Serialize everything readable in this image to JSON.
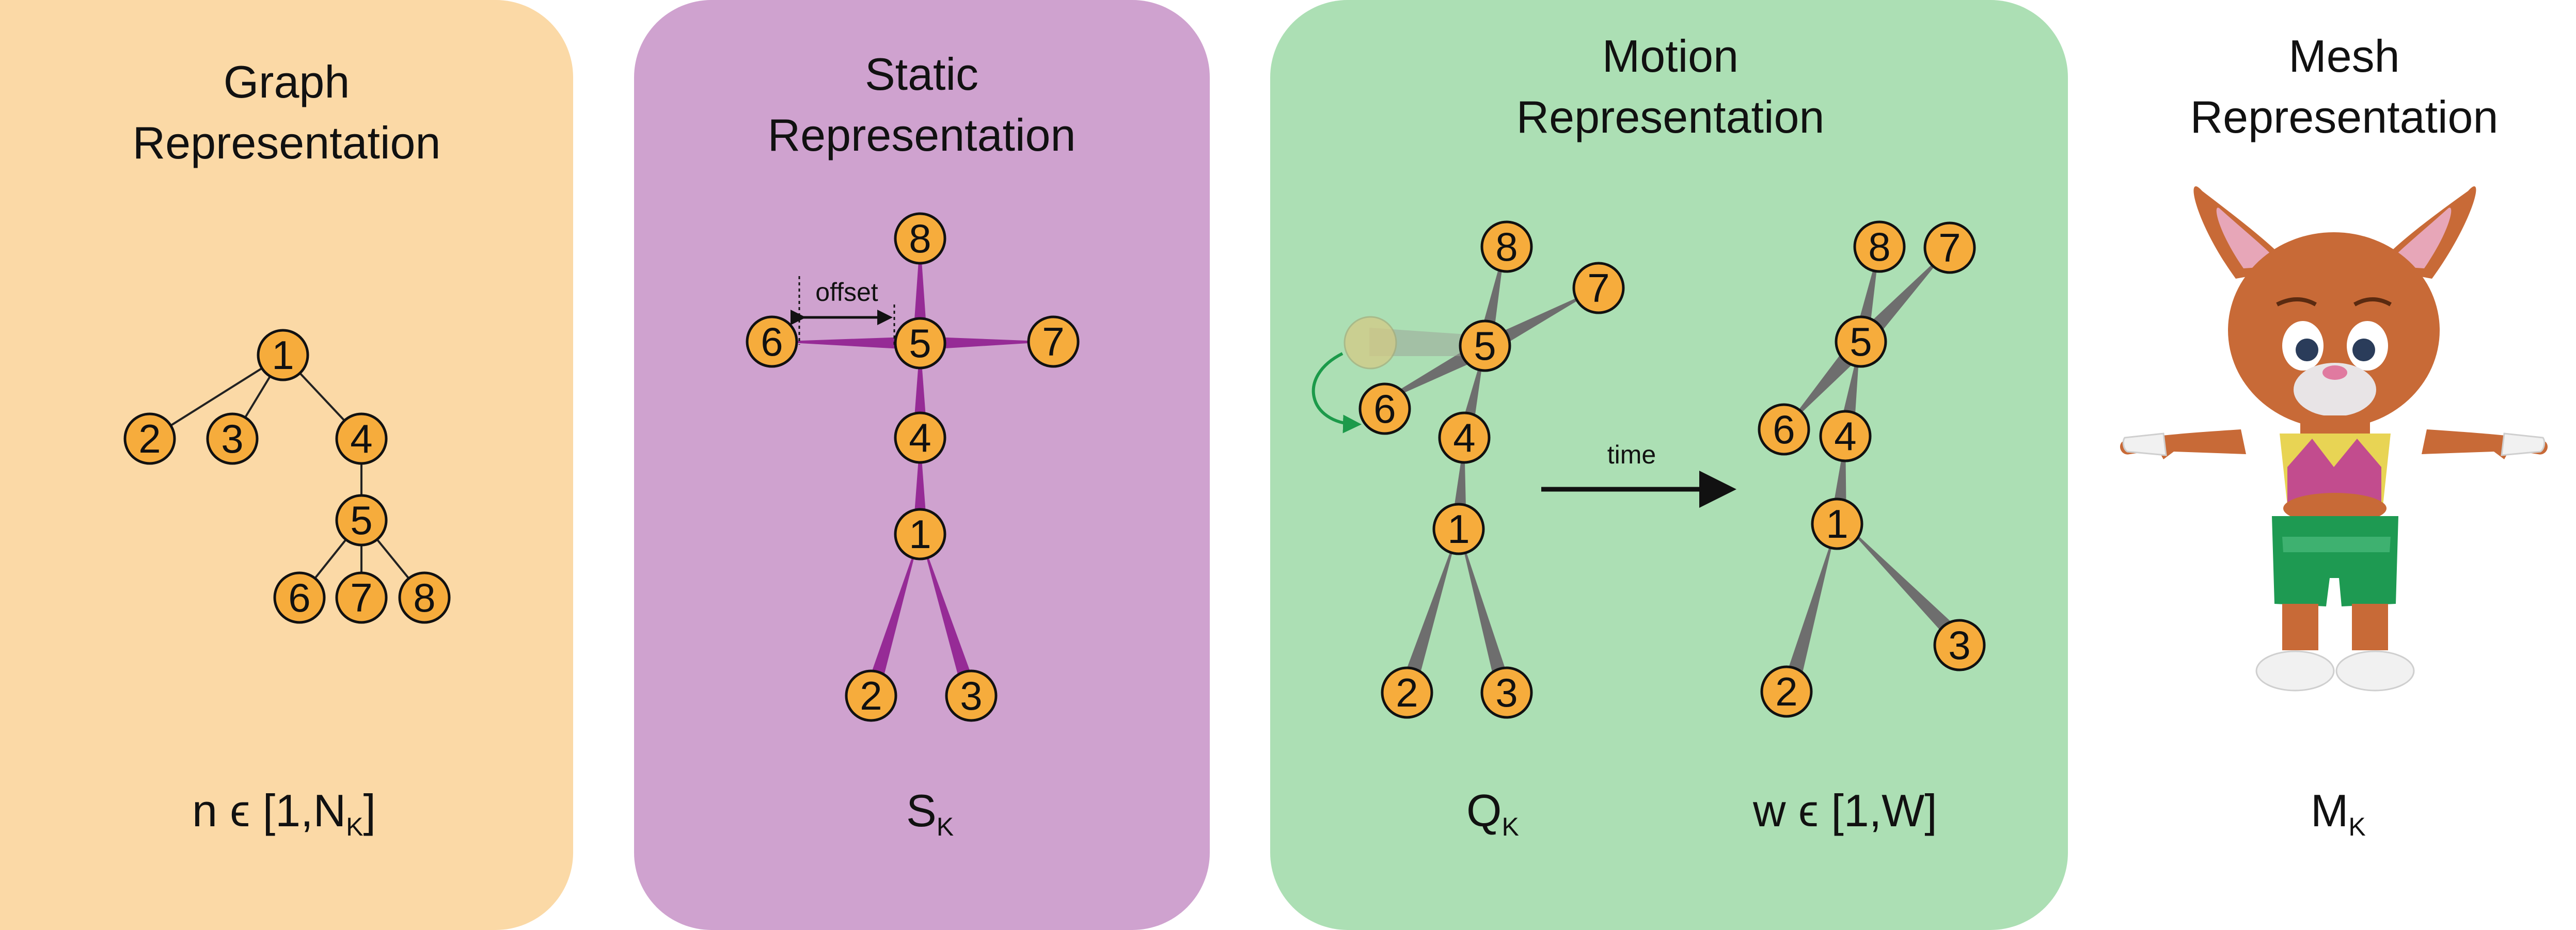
{
  "panels": {
    "graph": {
      "title_line1": "Graph",
      "title_line2": "Representation",
      "math_main": "n ϵ [1,N",
      "math_sub": "K",
      "math_tail": "]"
    },
    "static": {
      "title_line1": "Static",
      "title_line2": "Representation",
      "math_main": "S",
      "math_sub": "K",
      "offset_label": "offset"
    },
    "motion": {
      "title_line1": "Motion",
      "title_line2": "Representation",
      "math_q": "Q",
      "math_q_sub": "K",
      "math_w": "w ϵ [1,W]",
      "time_label": "time"
    },
    "mesh": {
      "title_line1": "Mesh",
      "title_line2": "Representation",
      "math_main": "M",
      "math_sub": "K"
    }
  },
  "colors": {
    "graph_bg": "#fbd9a6",
    "static_bg": "#cfa2cf",
    "motion_bg": "#acdfb4",
    "node_fill": "#f6ac3c",
    "bone_static": "#962b96",
    "bone_motion": "#6e6e6e",
    "arrow_green": "#1c9a4a"
  },
  "nodes": {
    "graph": [
      "1",
      "2",
      "3",
      "4",
      "5",
      "6",
      "7",
      "8"
    ],
    "static": [
      "8",
      "6",
      "5",
      "7",
      "4",
      "1",
      "2",
      "3"
    ],
    "motion_a": [
      "8",
      "7",
      "5",
      "6",
      "4",
      "1",
      "2",
      "3"
    ],
    "motion_b": [
      "8",
      "7",
      "5",
      "6",
      "4",
      "1",
      "2",
      "3"
    ]
  }
}
